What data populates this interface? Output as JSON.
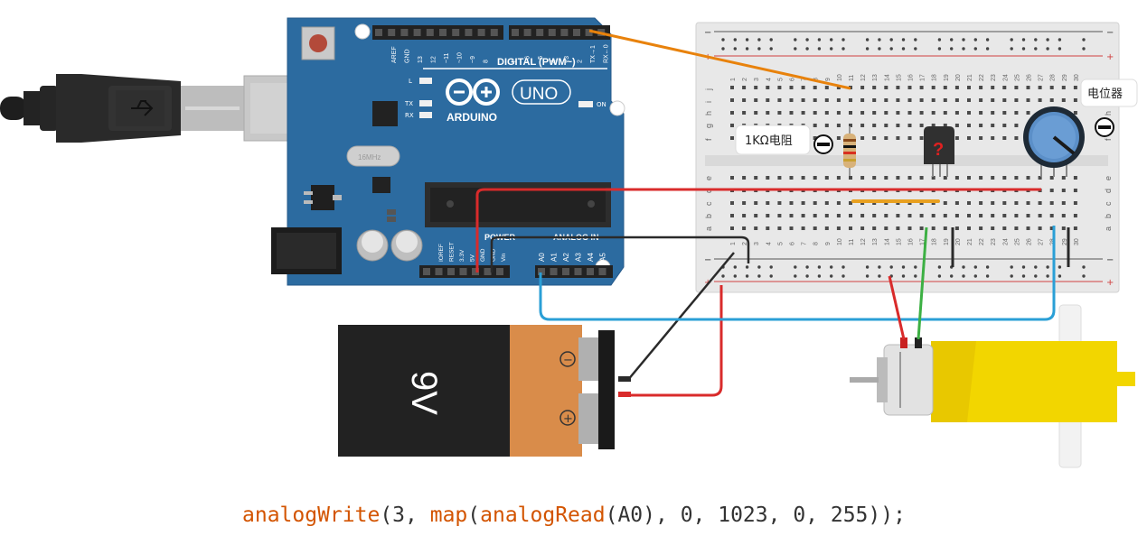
{
  "board": {
    "brand": "ARDUINO",
    "model": "UNO",
    "crystal": "16MHz",
    "header_digital": "DIGITAL (PWM~)",
    "digital_pins": [
      "AREF",
      "GND",
      "13",
      "12",
      "~11",
      "~10",
      "~9",
      "8",
      "7",
      "~6",
      "~5",
      "4",
      "~3",
      "2",
      "TX→1",
      "RX←0"
    ],
    "power_header": "POWER",
    "power_pins": [
      "IOREF",
      "RESET",
      "3.3V",
      "5V",
      "GND",
      "GND",
      "Vin"
    ],
    "analog_header": "ANALOG IN",
    "analog_pins": [
      "A0",
      "A1",
      "A2",
      "A3",
      "A4",
      "A5"
    ],
    "led_l": "L",
    "led_tx": "TX",
    "led_rx": "RX",
    "led_on": "ON"
  },
  "battery": {
    "label": "9V",
    "minus": "−",
    "plus": "+"
  },
  "breadboard": {
    "row_letters": [
      "j",
      "i",
      "h",
      "g",
      "f",
      "e",
      "d",
      "c",
      "b",
      "a"
    ],
    "rail_minus": "−",
    "rail_plus": "+",
    "columns": [
      "1",
      "2",
      "3",
      "4",
      "5",
      "6",
      "7",
      "8",
      "9",
      "10",
      "11",
      "12",
      "13",
      "14",
      "15",
      "16",
      "17",
      "18",
      "19",
      "20",
      "21",
      "22",
      "23",
      "24",
      "25",
      "26",
      "27",
      "28",
      "29",
      "30"
    ]
  },
  "components": {
    "resistor_label": "1KΩ电阻",
    "potentiometer_label": "电位器",
    "transistor_mark": "?"
  },
  "code_line": {
    "fn1": "analogWrite",
    "p1": "(3, ",
    "fn2": "map",
    "p2": "(",
    "fn3": "analogRead",
    "p3": "(A0), 0, 1023, 0, 255));"
  },
  "colors": {
    "board": "#2c6ba0",
    "wire_orange": "#e8820c",
    "wire_red": "#d92b2b",
    "wire_black": "#2a2a2a",
    "wire_blue": "#2a9fd6",
    "wire_green": "#3cb043",
    "motor_yellow": "#f2d600",
    "battery_orange": "#d98c4a"
  }
}
